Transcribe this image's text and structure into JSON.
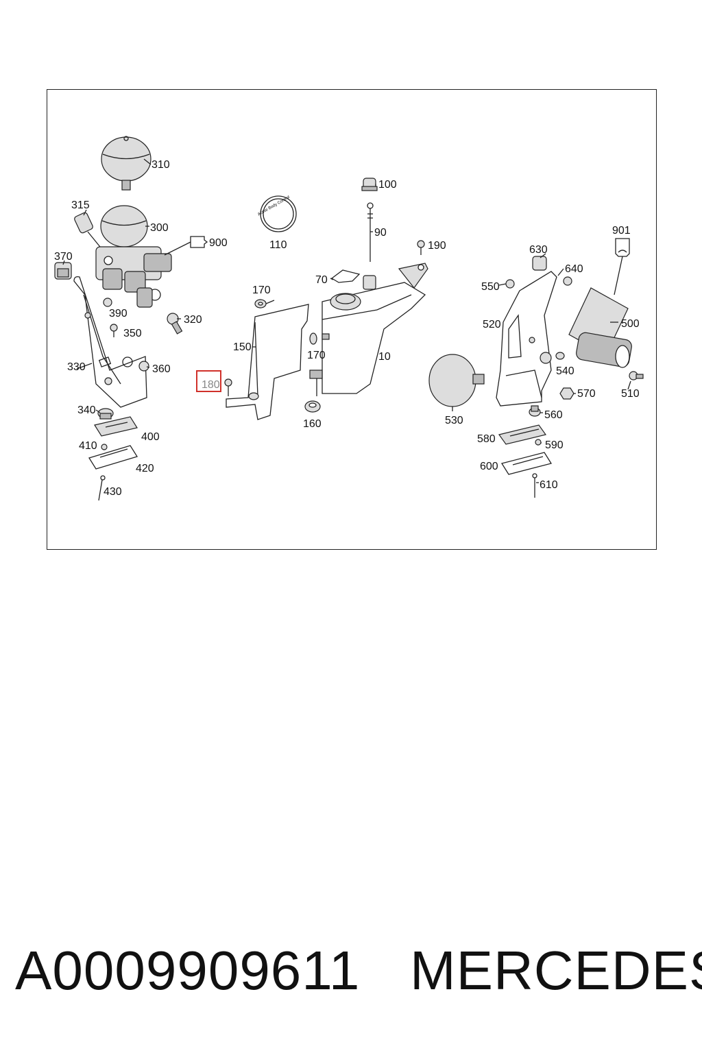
{
  "diagram": {
    "highlighted_part": "180",
    "badge_text": "Active Body Control",
    "parts": [
      {
        "id": "p310",
        "label": "310"
      },
      {
        "id": "p315",
        "label": "315"
      },
      {
        "id": "p300",
        "label": "300"
      },
      {
        "id": "p900",
        "label": "900"
      },
      {
        "id": "p370",
        "label": "370"
      },
      {
        "id": "p390",
        "label": "390"
      },
      {
        "id": "p320",
        "label": "320"
      },
      {
        "id": "p350",
        "label": "350"
      },
      {
        "id": "p330",
        "label": "330"
      },
      {
        "id": "p360",
        "label": "360"
      },
      {
        "id": "p340",
        "label": "340"
      },
      {
        "id": "p400",
        "label": "400"
      },
      {
        "id": "p410",
        "label": "410"
      },
      {
        "id": "p420",
        "label": "420"
      },
      {
        "id": "p430",
        "label": "430"
      },
      {
        "id": "p110",
        "label": "110"
      },
      {
        "id": "p100",
        "label": "100"
      },
      {
        "id": "p90",
        "label": "90"
      },
      {
        "id": "p190",
        "label": "190"
      },
      {
        "id": "p70",
        "label": "70"
      },
      {
        "id": "p170a",
        "label": "170"
      },
      {
        "id": "p150",
        "label": "150"
      },
      {
        "id": "p170b",
        "label": "170"
      },
      {
        "id": "p10",
        "label": "10"
      },
      {
        "id": "p180",
        "label": "180"
      },
      {
        "id": "p160",
        "label": "160"
      },
      {
        "id": "p901",
        "label": "901"
      },
      {
        "id": "p630",
        "label": "630"
      },
      {
        "id": "p640",
        "label": "640"
      },
      {
        "id": "p550",
        "label": "550"
      },
      {
        "id": "p520",
        "label": "520"
      },
      {
        "id": "p500",
        "label": "500"
      },
      {
        "id": "p540",
        "label": "540"
      },
      {
        "id": "p510",
        "label": "510"
      },
      {
        "id": "p570",
        "label": "570"
      },
      {
        "id": "p530",
        "label": "530"
      },
      {
        "id": "p560",
        "label": "560"
      },
      {
        "id": "p580",
        "label": "580"
      },
      {
        "id": "p590",
        "label": "590"
      },
      {
        "id": "p600",
        "label": "600"
      },
      {
        "id": "p610",
        "label": "610"
      }
    ]
  },
  "footer": {
    "part_number": "A0009909611",
    "brand": "MERCEDES"
  }
}
